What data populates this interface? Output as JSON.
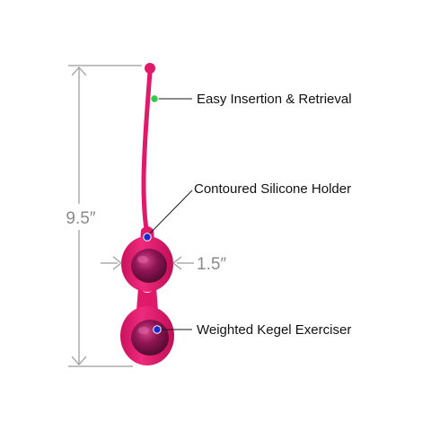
{
  "colors": {
    "silicone": "#e0196b",
    "silicone_dark": "#b80f55",
    "ball": "#7a1048",
    "ball_highlight": "#c23a7c",
    "marker_green": "#2ecc40",
    "marker_blue": "#1a2ad0",
    "dimension": "#9a9a9a"
  },
  "dimensions": {
    "length": "9.5″",
    "width": "1.5″"
  },
  "callouts": [
    {
      "label": "Easy Insertion & Retrieval",
      "marker_color": "green"
    },
    {
      "label": "Contoured Silicone Holder",
      "marker_color": "blue"
    },
    {
      "label": "Weighted Kegel Exerciser",
      "marker_color": "blue"
    }
  ]
}
